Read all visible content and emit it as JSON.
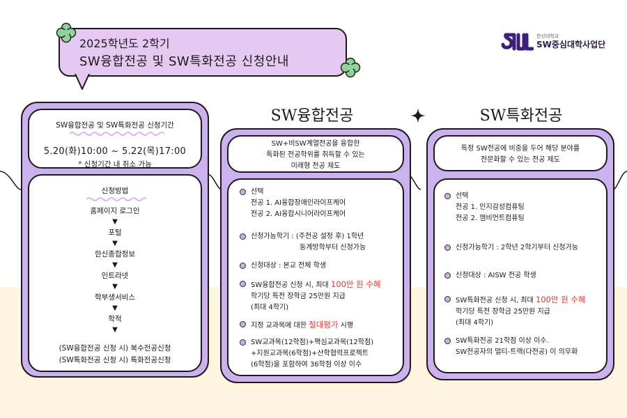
{
  "title": {
    "line1": "2025학년도 2학기",
    "line2": "SW융합전공 및 SW특화전공 신청안내"
  },
  "logo": {
    "small_text": "한신대학교",
    "main_text": "SW중심대학사업단"
  },
  "headings": {
    "convergence": "SW융합전공",
    "specialized": "SW특화전공"
  },
  "period": {
    "label": "SW융합전공 및 SW특화전공 신청기간",
    "dates": "5.20(화)10:00 ~ 5.22(목)17:00",
    "note": "* 신청기간 내 취소 가능"
  },
  "method": {
    "label": "신청방법",
    "steps": [
      "홈페이지 로그인",
      "포털",
      "한신종합정보",
      "인트라넷",
      "학부생서비스",
      "학적"
    ],
    "arrow": "▼",
    "final": [
      "(SW융합전공 신청 시) 복수전공신청",
      "(SW특화전공 신청 시) 특화전공신청"
    ]
  },
  "convergence": {
    "intro": [
      "SW+비SW계열전공을 융합한",
      "특화된 전공학위를 취득할 수 있는",
      "미래형 전공 제도"
    ],
    "items": {
      "select": {
        "title": "선택",
        "line1": "전공 1. AI융합장애인라이프케어",
        "line2": "전공 2. AI융합시니어라이프케어"
      },
      "term": {
        "line1": "신청가능학기 : (주전공 설정 후) 1학년",
        "line2": "동계방학부터 신청가능"
      },
      "target": "신청대상 : 본교 전체 학생",
      "benefit": {
        "pre": "SW융합전공 신청 시, 최대 ",
        "highlight": "100만 원 수혜",
        "line2": "학기당 특전 장학금 25만원 지급",
        "line3": "(최대 4학기)"
      },
      "grading": {
        "pre": "지정 교과목에 대한 ",
        "highlight": "절대평가",
        "post": " 시행"
      },
      "credits": {
        "line1": "SW교과목(12학점)+핵심교과목(12학점)",
        "line2": "+지원교과목(6학점)+산학협력프로젝트",
        "line3": "(6학점)을 포함하여 36학점 이상 이수"
      }
    }
  },
  "specialized": {
    "intro": [
      "특정 SW전공에 비중을 두어 해당 분야를",
      "전문화할 수 있는 전공 제도"
    ],
    "items": {
      "select": {
        "title": "선택",
        "line1": "전공 1. 인지감성컴퓨팅",
        "line2": "전공 2. 앰비언트컴퓨팅"
      },
      "term": "신청가능학기 : 2학년 2학기부터 신청가능",
      "target": "신청대상 : AISW 전공 학생",
      "benefit": {
        "pre": "SW특화전공 신청 시, 최대 ",
        "highlight": "100만 원 수혜",
        "line2": "학기당 특전 장학금 25만원 지급",
        "line3": "(최대 4학기)"
      },
      "credits": {
        "line1": "SW특화전공 21학점 이상 이수.",
        "line2": "SW전공자의 멀티-트랙(다전공) 이 의무화"
      }
    }
  },
  "colors": {
    "title_bg": "#e6c9f2",
    "panel_bg": "#cbb2ee",
    "clover": "#8fd39a",
    "highlight": "#e3342f",
    "logo": "#3b1f78",
    "cream": "#fdf5df"
  }
}
